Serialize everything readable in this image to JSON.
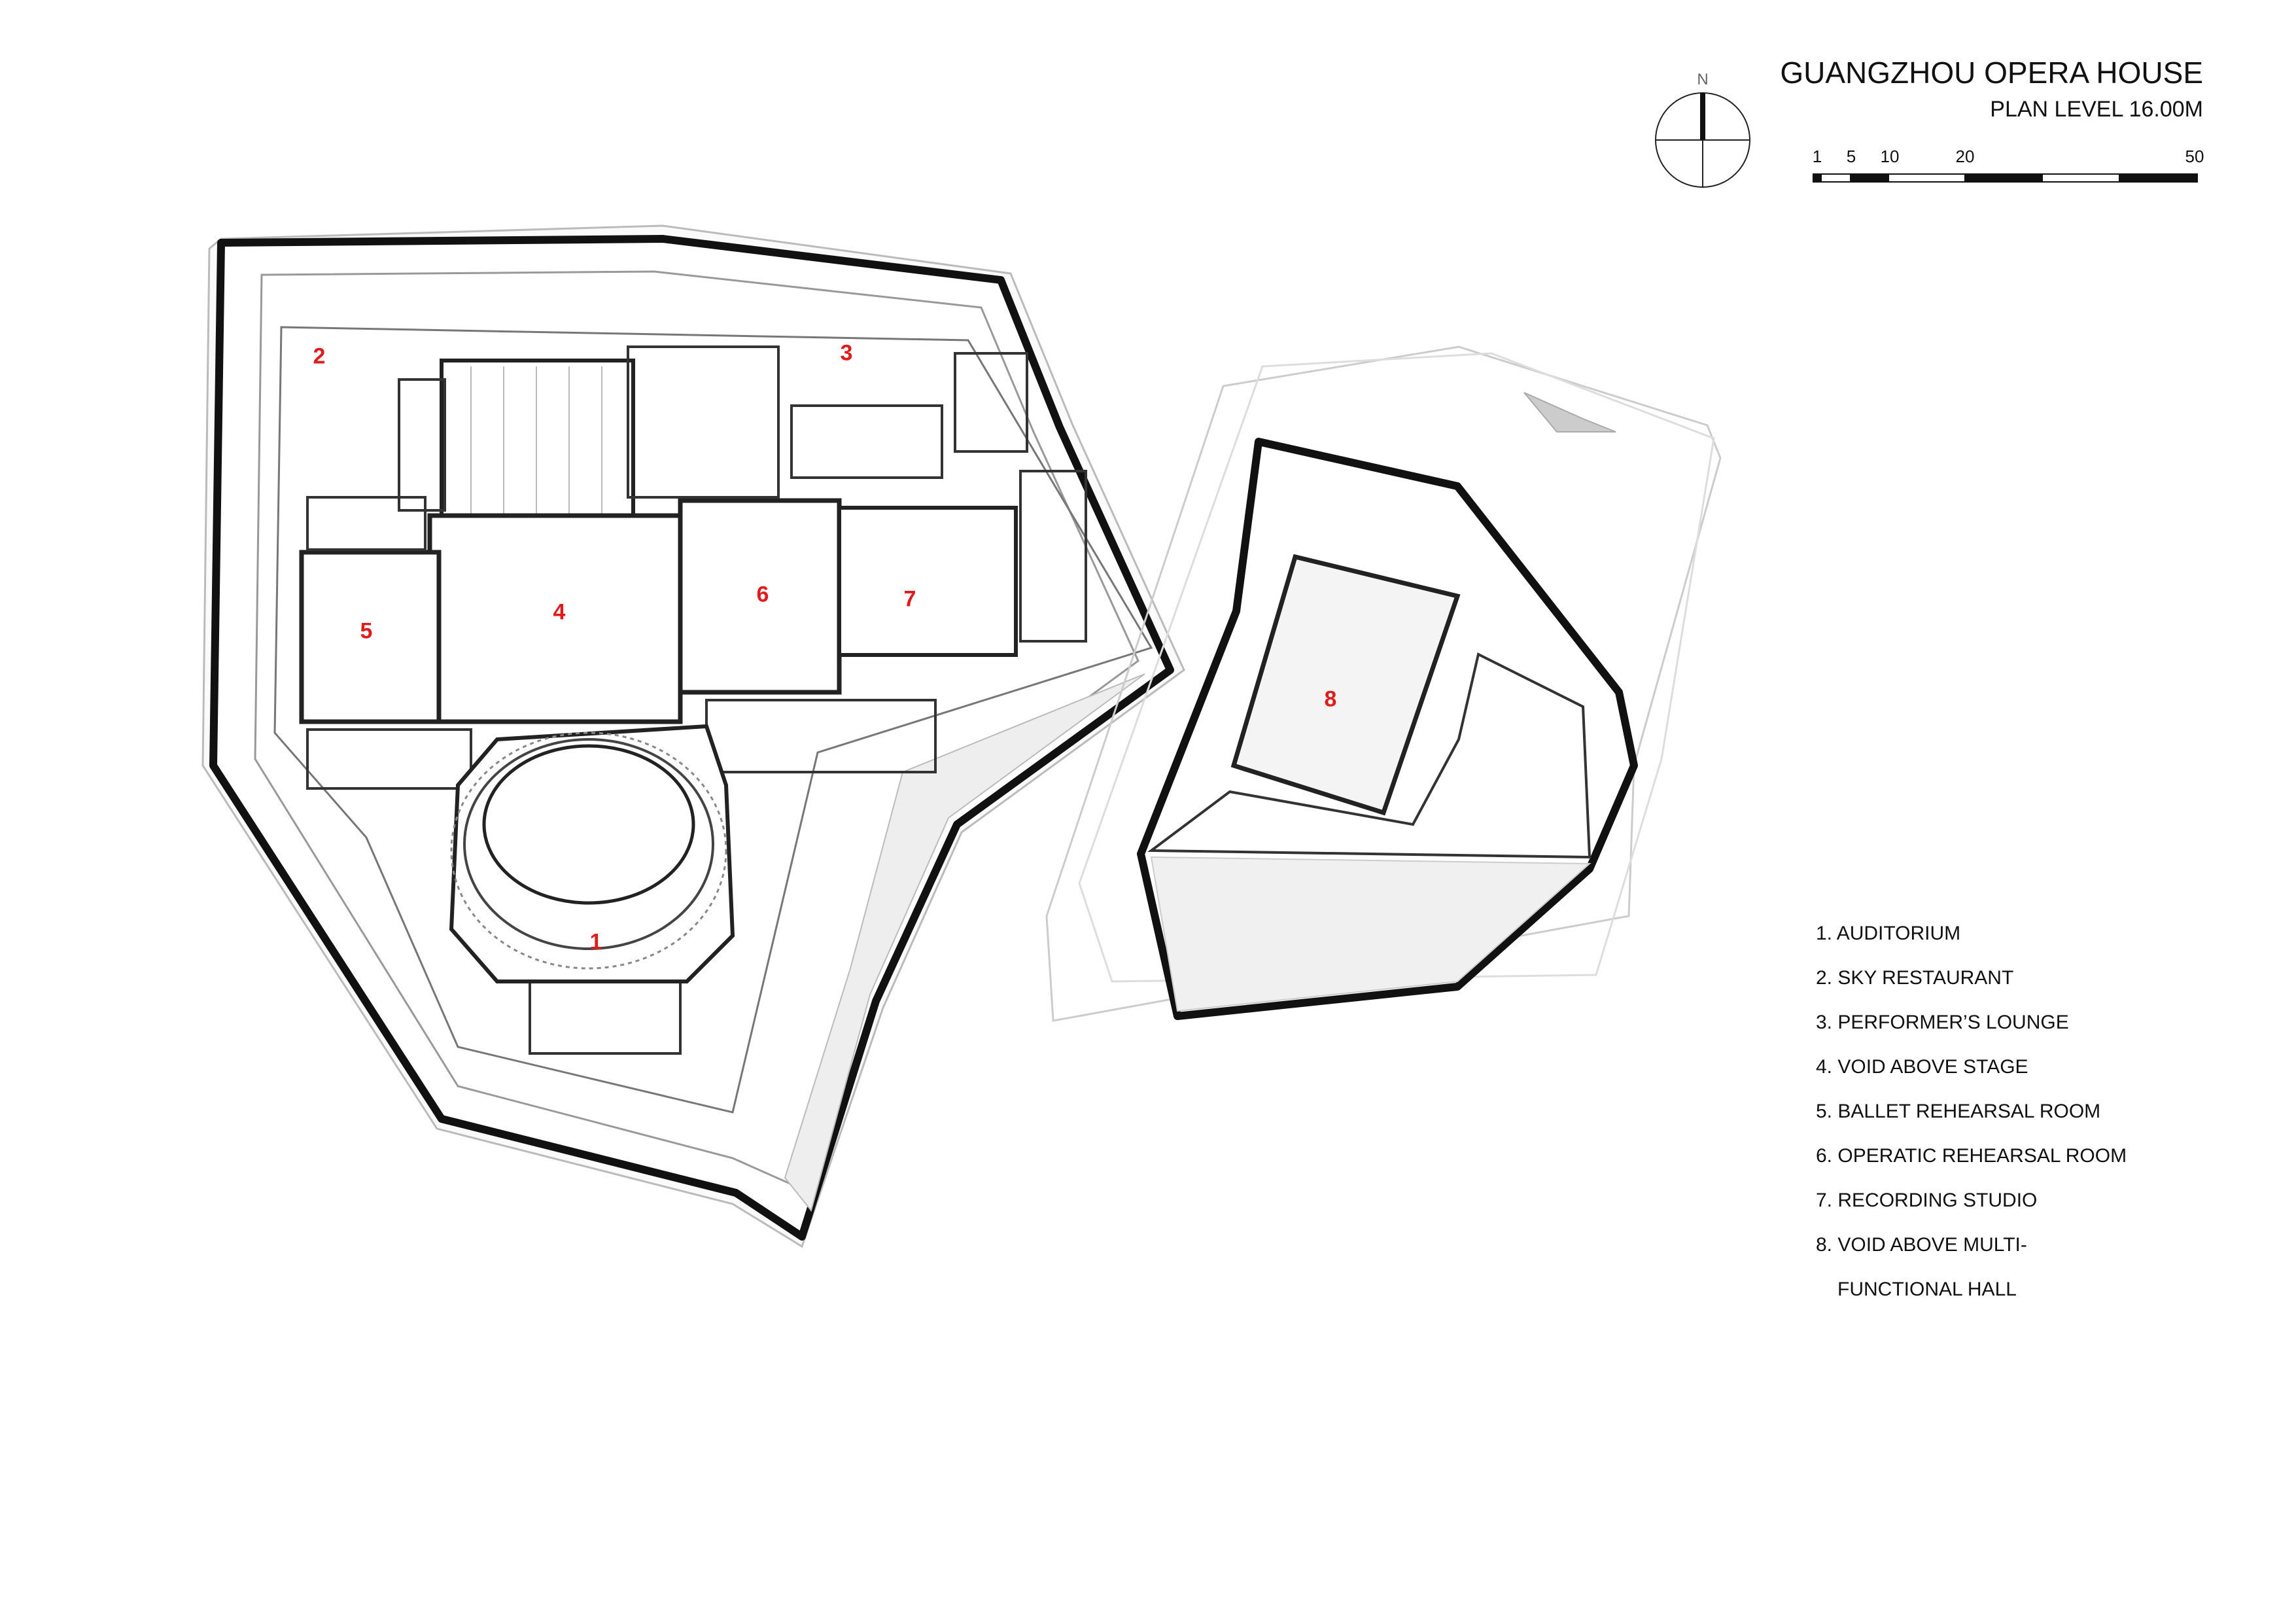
{
  "title": "GUANGZHOU OPERA HOUSE",
  "subtitle": "PLAN LEVEL 16.00M",
  "compass": {
    "label": "N"
  },
  "scale_bar": {
    "labels": [
      "1",
      "5",
      "10",
      "20",
      "50"
    ]
  },
  "room_numbers": [
    "1",
    "2",
    "3",
    "4",
    "5",
    "6",
    "7",
    "8"
  ],
  "legend": [
    "1. AUDITORIUM",
    "2. SKY RESTAURANT",
    "3. PERFORMER’S LOUNGE",
    "4. VOID ABOVE STAGE",
    "5. BALLET REHEARSAL ROOM",
    "6. OPERATIC REHEARSAL ROOM",
    "7. RECORDING STUDIO",
    "8. VOID ABOVE MULTI-",
    "FUNCTIONAL HALL"
  ],
  "colors": {
    "room_label": "#e01b1b",
    "wall": "#111111",
    "faint": "#c8c8c8"
  }
}
